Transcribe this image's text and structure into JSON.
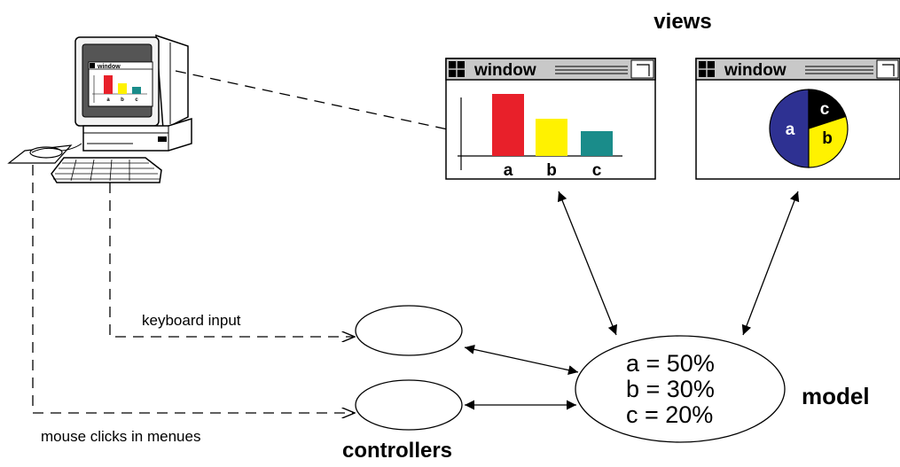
{
  "labels": {
    "views": "views",
    "model": "model",
    "controllers": "controllers",
    "keyboard_input": "keyboard input",
    "mouse_clicks": "mouse clicks in menues"
  },
  "model_values": [
    "a = 50%",
    "b = 30%",
    "c = 20%"
  ],
  "bar_window": {
    "title": "window",
    "chart_data": {
      "type": "bar",
      "categories": [
        "a",
        "b",
        "c"
      ],
      "values": [
        50,
        30,
        20
      ],
      "colors": [
        "#e8202a",
        "#fff200",
        "#1a8c8a"
      ]
    }
  },
  "pie_window": {
    "title": "window",
    "chart_data": {
      "type": "pie",
      "categories": [
        "a",
        "b",
        "c"
      ],
      "values": [
        50,
        30,
        20
      ],
      "colors": [
        "#2e3192",
        "#fff200",
        "#000000"
      ],
      "label_colors": [
        "#ffffff",
        "#000000",
        "#ffffff"
      ]
    }
  },
  "monitor": {
    "title": "window",
    "categories": [
      "a",
      "b",
      "c"
    ]
  }
}
